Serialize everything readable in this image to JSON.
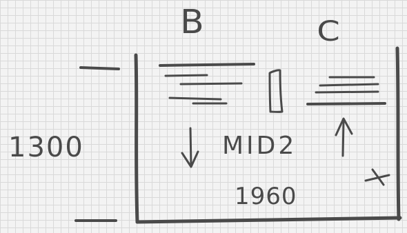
{
  "sketch": {
    "zone_left": "B",
    "zone_right": "C",
    "height_dimension": "1300",
    "center_label": "MID2",
    "width_dimension": "1960"
  }
}
